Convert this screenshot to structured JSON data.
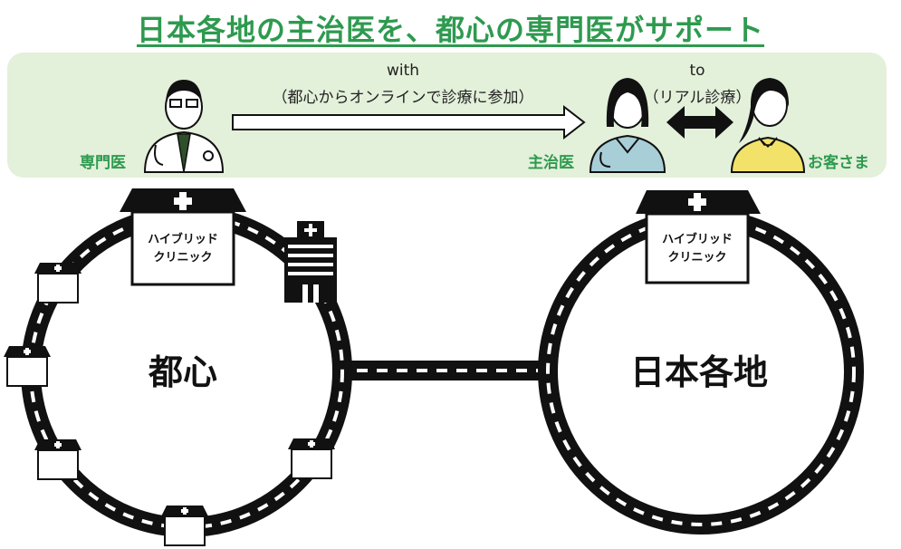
{
  "title": "日本各地の主治医を、都心の専門医がサポート",
  "banner": {
    "specialist_label": "専門医",
    "with_label": "with",
    "with_sub": "（都心からオンラインで診療に参加）",
    "to_label": "to",
    "to_sub": "（リアル診療）",
    "doctor_label": "主治医",
    "customer_label": "お客さま"
  },
  "clinic_label_line1": "ハイブリッド",
  "clinic_label_line2": "クリニック",
  "area_left": "都心",
  "area_right": "日本各地",
  "colors": {
    "green": "#2e9a4f",
    "banner_bg": "#e3f0da",
    "scrub": "#a8cfd8",
    "yellow": "#f2e26a"
  }
}
